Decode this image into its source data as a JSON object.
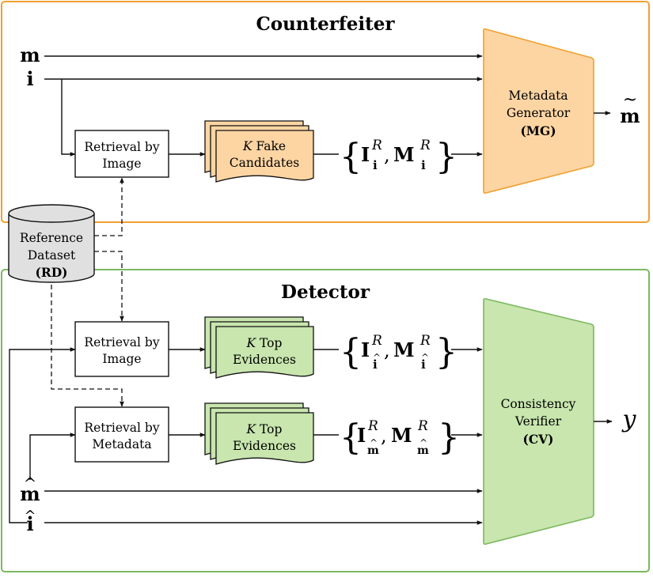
{
  "counterfeiter": {
    "title": "Counterfeiter",
    "inputs": {
      "m": "m",
      "i": "i"
    },
    "retrieval_image": {
      "line1": "Retrieval by",
      "line2": "Image"
    },
    "candidates": {
      "k": "K",
      "line1_rest": " Fake",
      "line2": "Candidates"
    },
    "set": {
      "I": "I",
      "M": "M",
      "sup": "R",
      "sub": "i"
    },
    "generator": {
      "line1": "Metadata",
      "line2": "Generator",
      "abbr": "(MG)"
    },
    "output": {
      "symbol": "m",
      "tilde": "~"
    }
  },
  "reference": {
    "line1": "Reference",
    "line2": "Dataset",
    "abbr": "(RD)"
  },
  "detector": {
    "title": "Detector",
    "retrieval_image": {
      "line1": "Retrieval by",
      "line2": "Image"
    },
    "retrieval_metadata": {
      "line1": "Retrieval by",
      "line2": "Metadata"
    },
    "evidences_image": {
      "k": "K",
      "line1_rest": " Top",
      "line2": "Evidences"
    },
    "evidences_metadata": {
      "k": "K",
      "line1_rest": " Top",
      "line2": "Evidences"
    },
    "set_image": {
      "I": "I",
      "M": "M",
      "sup": "R",
      "sub": "i"
    },
    "set_metadata": {
      "I": "I",
      "M": "M",
      "sup": "R",
      "sub": "m"
    },
    "verifier": {
      "line1": "Consistency",
      "line2": "Verifier",
      "abbr": "(CV)"
    },
    "inputs": {
      "m_hat": "m",
      "i_hat": "i"
    },
    "output": "y"
  },
  "colors": {
    "counterfeiter_border": "#f0a030",
    "counterfeiter_fill": "#fdd5a3",
    "detector_border": "#7cb860",
    "detector_fill": "#c8e6ae",
    "reference_fill": "#e0e0e0"
  }
}
